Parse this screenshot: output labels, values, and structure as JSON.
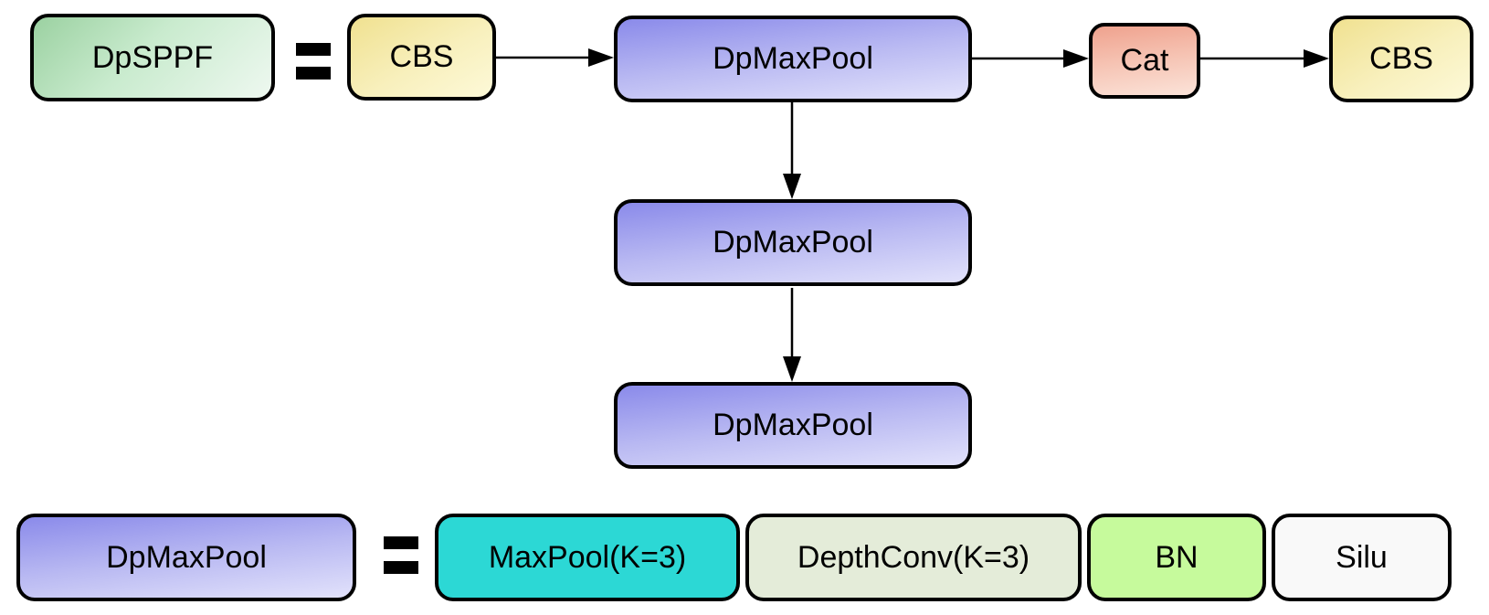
{
  "diagram": {
    "dpsppf_definition": {
      "module_label": "DpSPPF",
      "operator": "=",
      "cbs_in_label": "CBS",
      "dpmaxpool_1_label": "DpMaxPool",
      "dpmaxpool_2_label": "DpMaxPool",
      "dpmaxpool_3_label": "DpMaxPool",
      "cat_label": "Cat",
      "cbs_out_label": "CBS"
    },
    "dpmaxpool_definition": {
      "module_label": "DpMaxPool",
      "operator": "=",
      "maxpool_label": "MaxPool(K=3)",
      "depthconv_label": "DepthConv(K=3)",
      "bn_label": "BN",
      "silu_label": "Silu"
    },
    "colors": {
      "dpsppf_fill_start": "#9bd1a1",
      "dpsppf_fill_end": "#eef8f0",
      "cbs_fill_start": "#f0e190",
      "cbs_fill_end": "#fdf9d8",
      "dpmaxpool_fill_start": "#8a8aea",
      "dpmaxpool_fill_end": "#e2e2fb",
      "cat_fill_start": "#efa28e",
      "cat_fill_end": "#fbe3d9",
      "maxpool_fill": "#2cd8d5",
      "depthconv_fill": "#e4ecd9",
      "bn_fill": "#c6fa9c",
      "silu_fill": "#f9f9f9",
      "border": "#000000",
      "arrow": "#000000",
      "background": "#ffffff"
    }
  }
}
